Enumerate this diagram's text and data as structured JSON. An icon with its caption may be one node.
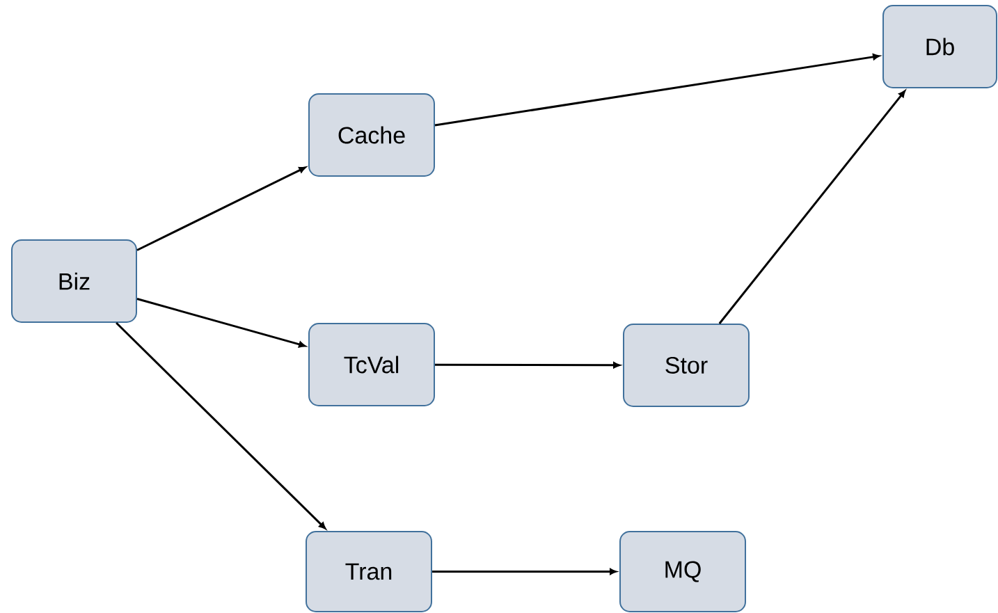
{
  "diagram": {
    "nodes": [
      {
        "text": [
          "Biz"
        ]
      },
      {
        "text": [
          "Cache"
        ]
      },
      {
        "text": [
          "TcVal"
        ]
      },
      {
        "text": [
          "Tran"
        ]
      },
      {
        "text": [
          "Stor"
        ]
      },
      {
        "text": [
          "MQ"
        ]
      },
      {
        "text": [
          "Db"
        ]
      }
    ],
    "edges": [
      {
        "from": 0,
        "to": 1,
        "arrow": "to"
      },
      {
        "from": 0,
        "to": 2,
        "arrow": "to"
      },
      {
        "from": 0,
        "to": 3,
        "arrow": "to"
      },
      {
        "from": 1,
        "to": 6,
        "arrow": "to"
      },
      {
        "from": 2,
        "to": 4,
        "arrow": "to"
      },
      {
        "from": 4,
        "to": 6,
        "arrow": "to"
      },
      {
        "from": 3,
        "to": 5,
        "arrow": "to"
      }
    ]
  }
}
